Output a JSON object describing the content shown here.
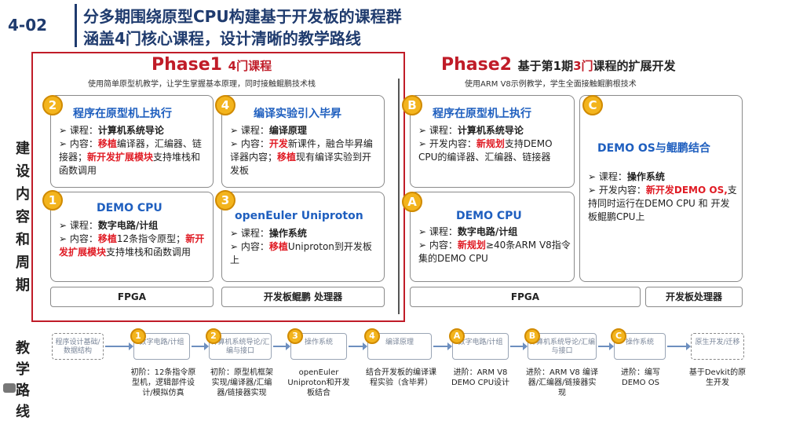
{
  "header": {
    "slide_code": "4-02",
    "title_line1": "分多期围绕原型CPU构建基于开发板的课程群",
    "title_line2": "涵盖4门核心课程，设计清晰的教学路线"
  },
  "side_labels": {
    "construction": [
      "建",
      "设",
      "内",
      "容",
      "和",
      "周",
      "期"
    ],
    "route": [
      "教",
      "学",
      "路",
      "线"
    ]
  },
  "phase1": {
    "title": "Phase1",
    "subtitle": "4门课程",
    "desc": "使用简单原型机教学，让学生掌握基本原理，同时接触鲲鹏技术栈",
    "cards": {
      "c2": {
        "badge": "2",
        "title": "程序在原型机上执行",
        "course_prefix": "课程：",
        "course": "计算机系统导论",
        "content_prefix": "内容：",
        "hl1": "移植",
        "t1": "编译器，汇编器、链接器；",
        "hl2": "新开发扩展模块",
        "t2": "支持堆栈和函数调用"
      },
      "c4": {
        "badge": "4",
        "title": "编译实验引入毕昇",
        "course_prefix": "课程：",
        "course": "编译原理",
        "content_prefix": "内容：",
        "hl1": "开发",
        "t1": "新课件，融合毕昇编译器内容；",
        "hl2": "移植",
        "t2": "现有编译实验到开发板"
      },
      "c1": {
        "badge": "1",
        "title": "DEMO CPU",
        "course_prefix": "课程：",
        "course": "数字电路/计组",
        "content_prefix": "内容：",
        "hl1": "移植",
        "t1": "12条指令原型；",
        "hl2": "新开发扩展模块",
        "t2": "支持堆栈和函数调用"
      },
      "c3": {
        "badge": "3",
        "title": "openEuler Uniproton",
        "course_prefix": "课程：",
        "course": "操作系统",
        "content_prefix": "内容：",
        "hl1": "移植",
        "t1": "Uniproton到开发板上"
      }
    },
    "bases": [
      "FPGA",
      "开发板鲲鹏 处理器"
    ]
  },
  "phase2": {
    "title": "Phase2",
    "subtitle_pre": "基于第1期",
    "subtitle_red": "3门",
    "subtitle_post": "课程的扩展开发",
    "desc": "使用ARM V8示例教学，学生全面接触鲲鹏根技术",
    "cards": {
      "cB": {
        "badge": "B",
        "title": "程序在原型机上执行",
        "course_prefix": "课程：",
        "course": "计算机系统导论",
        "content_prefix": "开发内容：",
        "hl1": "新规划",
        "t1": "支持DEMO CPU的编译器、汇编器、链接器"
      },
      "cC": {
        "badge": "C",
        "title": "DEMO OS与鲲鹏结合",
        "course_prefix": "课程：",
        "course": "操作系统",
        "content_prefix": "开发内容：",
        "hl1": "新开发DEMO OS,",
        "t1": "支持同时运行在DEMO CPU 和 开发板鲲鹏CPU上"
      },
      "cA": {
        "badge": "A",
        "title": "DEMO CPU",
        "course_prefix": "课程：",
        "course": "数字电路/计组",
        "content_prefix": "内容：",
        "hl1": "新规划",
        "t1": "≥40条ARM V8指令集的DEMO CPU"
      }
    },
    "bases": [
      "FPGA",
      "开发板处理器"
    ]
  },
  "route": {
    "nodes": [
      {
        "badge": "",
        "label": "程序设计基础/数据结构",
        "dashed": true
      },
      {
        "badge": "1",
        "label": "数字电路/计组"
      },
      {
        "badge": "2",
        "label": "计算机系统导论/汇编与接口"
      },
      {
        "badge": "3",
        "label": "操作系统"
      },
      {
        "badge": "4",
        "label": "编译原理"
      },
      {
        "badge": "A",
        "label": "数字电路/计组"
      },
      {
        "badge": "B",
        "label": "计算机系统导论/汇编与接口"
      },
      {
        "badge": "C",
        "label": "操作系统"
      },
      {
        "badge": "",
        "label": "原生开发/迁移",
        "dashed": true
      }
    ],
    "descs": [
      "初阶：12条指令原型机，逻辑部件设计/模拟仿真",
      "初阶：原型机框架实现/编译器/汇编器/链接器实现",
      "openEuler Uniproton和开发板结合",
      "结合开发板的编译课程实验（含毕昇）",
      "进阶：ARM V8 DEMO CPU设计",
      "进阶：ARM V8 编译器/汇编器/链接器实现",
      "进阶：编写DEMO OS",
      "基于Devkit的原生开发"
    ]
  }
}
